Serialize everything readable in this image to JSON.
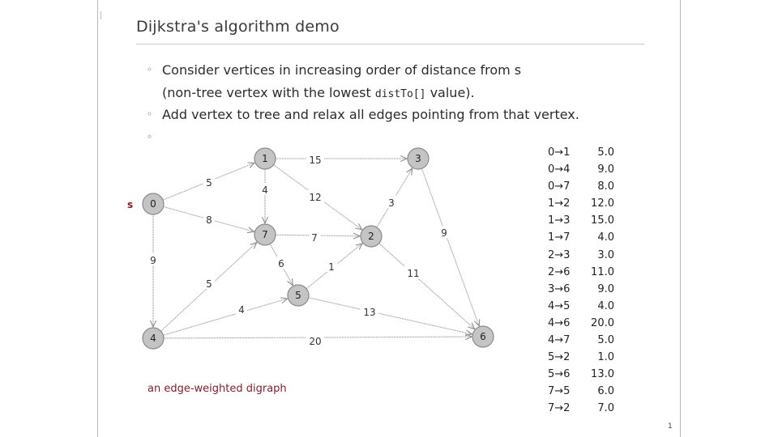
{
  "slide": {
    "title": "Dijkstra's algorithm demo",
    "bullets": [
      {
        "line1": "Consider vertices in increasing order of distance from s",
        "line2_pre": "(non-tree vertex with the lowest ",
        "line2_code": "distTo[]",
        "line2_post": " value)."
      },
      {
        "line1": "Add vertex to tree and relax all edges pointing from that vertex."
      },
      {
        "line1": ""
      }
    ],
    "caption": "an edge-weighted digraph",
    "page_number": "1",
    "source_label": "s"
  },
  "graph": {
    "vertices": [
      {
        "id": "0",
        "label": "0"
      },
      {
        "id": "1",
        "label": "1"
      },
      {
        "id": "2",
        "label": "2"
      },
      {
        "id": "3",
        "label": "3"
      },
      {
        "id": "4",
        "label": "4"
      },
      {
        "id": "5",
        "label": "5"
      },
      {
        "id": "6",
        "label": "6"
      },
      {
        "id": "7",
        "label": "7"
      }
    ],
    "edges": [
      {
        "from": "0",
        "to": "1",
        "weight": "5"
      },
      {
        "from": "0",
        "to": "4",
        "weight": "9"
      },
      {
        "from": "0",
        "to": "7",
        "weight": "8"
      },
      {
        "from": "1",
        "to": "2",
        "weight": "12"
      },
      {
        "from": "1",
        "to": "3",
        "weight": "15"
      },
      {
        "from": "1",
        "to": "7",
        "weight": "4"
      },
      {
        "from": "2",
        "to": "3",
        "weight": "3"
      },
      {
        "from": "2",
        "to": "6",
        "weight": "11"
      },
      {
        "from": "3",
        "to": "6",
        "weight": "9"
      },
      {
        "from": "4",
        "to": "5",
        "weight": "4"
      },
      {
        "from": "4",
        "to": "6",
        "weight": "20"
      },
      {
        "from": "4",
        "to": "7",
        "weight": "5"
      },
      {
        "from": "5",
        "to": "2",
        "weight": "1"
      },
      {
        "from": "5",
        "to": "6",
        "weight": "13"
      },
      {
        "from": "7",
        "to": "5",
        "weight": "6"
      },
      {
        "from": "7",
        "to": "2",
        "weight": "7"
      }
    ]
  },
  "edge_table": [
    {
      "edge": "0→1",
      "weight": "5.0"
    },
    {
      "edge": "0→4",
      "weight": "9.0"
    },
    {
      "edge": "0→7",
      "weight": "8.0"
    },
    {
      "edge": "1→2",
      "weight": "12.0"
    },
    {
      "edge": "1→3",
      "weight": "15.0"
    },
    {
      "edge": "1→7",
      "weight": "4.0"
    },
    {
      "edge": "2→3",
      "weight": "3.0"
    },
    {
      "edge": "2→6",
      "weight": "11.0"
    },
    {
      "edge": "3→6",
      "weight": "9.0"
    },
    {
      "edge": "4→5",
      "weight": "4.0"
    },
    {
      "edge": "4→6",
      "weight": "20.0"
    },
    {
      "edge": "4→7",
      "weight": "5.0"
    },
    {
      "edge": "5→2",
      "weight": "1.0"
    },
    {
      "edge": "5→6",
      "weight": "13.0"
    },
    {
      "edge": "7→5",
      "weight": "6.0"
    },
    {
      "edge": "7→2",
      "weight": "7.0"
    }
  ],
  "colors": {
    "node_fill": "#c4c4c4",
    "node_stroke": "#8a8a8a",
    "edge": "#9a9a9a",
    "source": "#8b1a2a",
    "caption": "#7a1f2b"
  }
}
